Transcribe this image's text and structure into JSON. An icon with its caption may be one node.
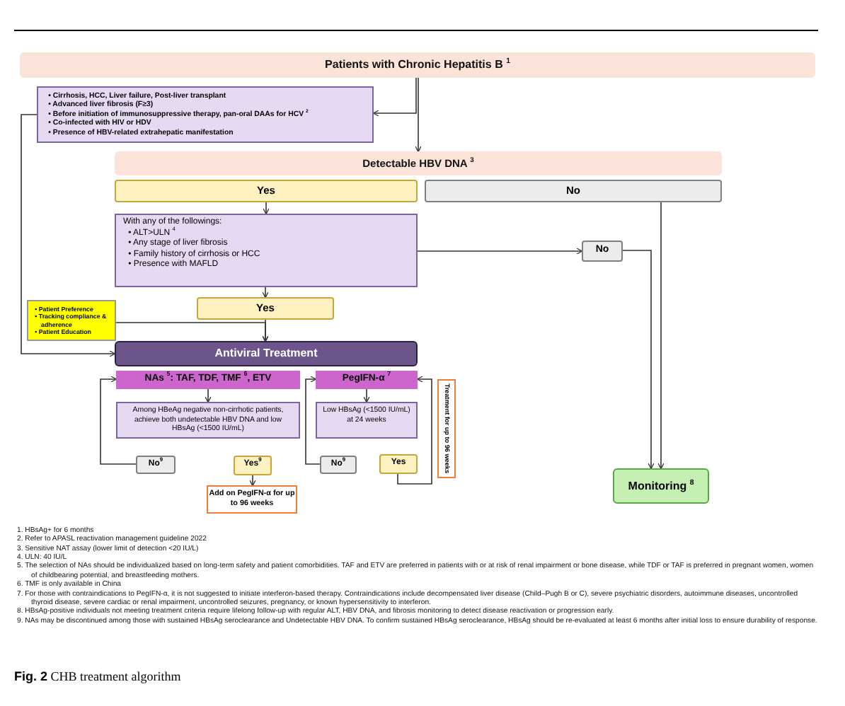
{
  "diagram": {
    "caption": "**Fig. 2** CHB treatment algorithm",
    "nodes": [
      {
        "text": [
          "Patients with Chronic Hepatitis B $^{1}$"
        ]
      },
      {
        "text": [
          "• Cirrhosis, HCC, Liver failure, Post-liver transplant",
          "• Advanced liver fibrosis (F≥3)",
          "• Before initiation of immunosuppressive therapy, pan-oral DAAs for HCV $^{2}$",
          "• Co-infected with HIV or HDV",
          "• Presence of HBV-related extrahepatic manifestation"
        ]
      },
      {
        "text": [
          "Detectable HBV DNA $^{3}$"
        ]
      },
      {
        "text": [
          "Yes"
        ]
      },
      {
        "text": [
          "No"
        ]
      },
      {
        "text": [
          "With any of the followings:",
          "• ALT>ULN $^{4}$",
          "• Any stage of liver fibrosis",
          "• Family history of cirrhosis or HCC",
          "• Presence with MAFLD"
        ]
      },
      {
        "text": [
          "No"
        ]
      },
      {
        "text": [
          "Yes"
        ]
      },
      {
        "text": [
          "• Patient Preference",
          "• Tracking compliance & adherence",
          "• Patient Education"
        ]
      },
      {
        "text": [
          "Antiviral Treatment"
        ]
      },
      {
        "text": [
          "NAs $^{5}$: TAF, TDF, TMF $^{6}$, ETV"
        ]
      },
      {
        "text": [
          "PegIFN-α $^{7}$"
        ]
      },
      {
        "text": [
          "Among HBeAg negative non-cirrhotic patients, achieve both undetectable HBV DNA and low HBsAg (<1500 IU/mL)"
        ]
      },
      {
        "text": [
          "Low HBsAg (<1500 IU/mL) at 24 weeks"
        ]
      },
      {
        "text": [
          "No$^{9}$"
        ]
      },
      {
        "text": [
          "Yes$^{9}$"
        ]
      },
      {
        "text": [
          "No$^{9}$"
        ]
      },
      {
        "text": [
          "Yes"
        ]
      },
      {
        "text": [
          "Treatment for up to 96 weeks"
        ]
      },
      {
        "text": [
          "Add on PegIFN-α for up to 96 weeks"
        ]
      },
      {
        "text": [
          "Monitoring $^{8}$"
        ]
      }
    ],
    "edges": [
      {
        "from": 0,
        "to": 1,
        "arrow": "to"
      },
      {
        "from": 0,
        "to": 2,
        "arrow": "to"
      },
      {
        "from": 3,
        "to": 5,
        "arrow": "to"
      },
      {
        "from": 5,
        "to": 6,
        "arrow": "to"
      },
      {
        "from": 5,
        "to": 7,
        "arrow": "to"
      },
      {
        "from": 7,
        "to": 9,
        "arrow": "to"
      },
      {
        "from": 8,
        "to": 9,
        "arrow": "to"
      },
      {
        "from": 1,
        "to": 9,
        "arrow": "to"
      },
      {
        "from": 6,
        "to": 20,
        "arrow": "to"
      },
      {
        "from": 4,
        "to": 20,
        "arrow": "to"
      },
      {
        "from": 10,
        "to": 12,
        "arrow": "to"
      },
      {
        "from": 11,
        "to": 13,
        "arrow": "to"
      },
      {
        "from": 14,
        "to": 10,
        "arrow": "to"
      },
      {
        "from": 15,
        "to": 19,
        "arrow": "to"
      },
      {
        "from": 16,
        "to": 11,
        "arrow": "to"
      },
      {
        "from": 17,
        "to": 11,
        "arrow": "to"
      }
    ],
    "labels": [
      "1. HBsAg+ for 6 months",
      "2. Refer to APASL reactivation management guideline 2022",
      "3. Sensitive NAT assay (lower limit of detection <20 IU/L)",
      "4. ULN: 40 IU/L",
      "5. The selection of NAs should be individualized based on long-term safety and patient comorbidities. TAF and ETV are preferred in patients with or at risk of renal impairment or bone disease, while TDF or TAF is preferred in pregnant women, women of childbearing potential, and breastfeeding mothers.",
      "6. TMF is only available in China",
      "7. For those with contraindications to PegIFN-α, it is not suggested to initiate interferon-based therapy. Contraindications include decompensated liver disease (Child–Pugh B or C), severe psychiatric disorders, autoimmune diseases, uncontrolled thyroid disease, severe cardiac or renal impairment, uncontrolled seizures, pregnancy, or known hypersensitivity to interferon.",
      "8. HBsAg-positive individuals not meeting treatment criteria require lifelong follow-up with regular ALT, HBV DNA, and fibrosis monitoring to detect disease reactivation or progression early.",
      "9. NAs may be discontinued among those with sustained HBsAg seroclearance and Undetectable HBV DNA. To confirm sustained HBsAg seroclearance, HBsAg should be re-evaluated at least 6 months after initial loss to ensure durability of response."
    ]
  }
}
